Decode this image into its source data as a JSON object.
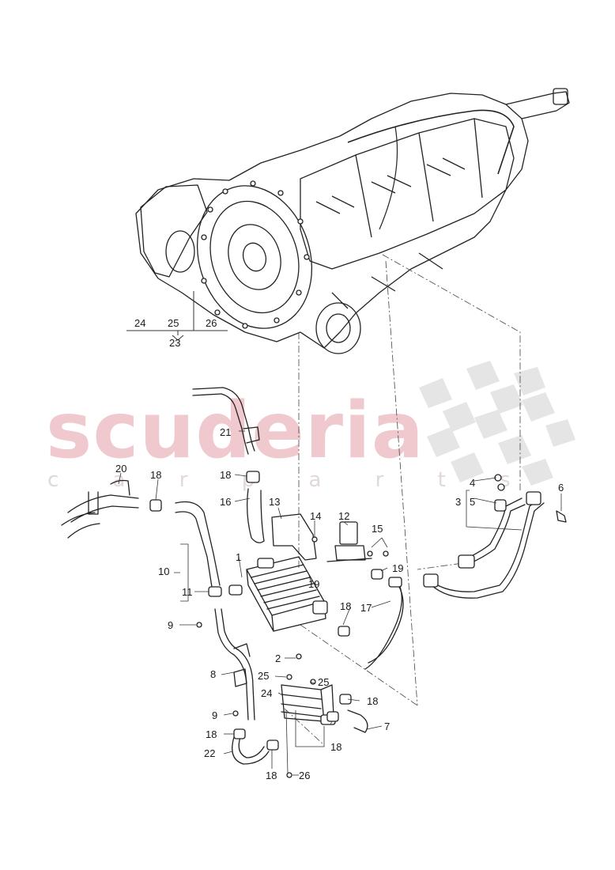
{
  "watermark": {
    "brand": "scuderia",
    "tagline": "c a r   p a r t s",
    "brand_color": "#f0c9cf",
    "flag_color": "#e0e0e0"
  },
  "part_labels": [
    {
      "id": "24a",
      "text": "24"
    },
    {
      "id": "25a",
      "text": "25"
    },
    {
      "id": "26a",
      "text": "26"
    },
    {
      "id": "23",
      "text": "23"
    },
    {
      "id": "21",
      "text": "21"
    },
    {
      "id": "20",
      "text": "20"
    },
    {
      "id": "18a",
      "text": "18"
    },
    {
      "id": "18b",
      "text": "18"
    },
    {
      "id": "16",
      "text": "16"
    },
    {
      "id": "13",
      "text": "13"
    },
    {
      "id": "14",
      "text": "14"
    },
    {
      "id": "12",
      "text": "12"
    },
    {
      "id": "15",
      "text": "15"
    },
    {
      "id": "10",
      "text": "10"
    },
    {
      "id": "1",
      "text": "1"
    },
    {
      "id": "19a",
      "text": "19"
    },
    {
      "id": "19b",
      "text": "19"
    },
    {
      "id": "11",
      "text": "11"
    },
    {
      "id": "18c",
      "text": "18"
    },
    {
      "id": "17",
      "text": "17"
    },
    {
      "id": "9a",
      "text": "9"
    },
    {
      "id": "2",
      "text": "2"
    },
    {
      "id": "8",
      "text": "8"
    },
    {
      "id": "25b",
      "text": "25"
    },
    {
      "id": "25c",
      "text": "25"
    },
    {
      "id": "24b",
      "text": "24"
    },
    {
      "id": "18d",
      "text": "18"
    },
    {
      "id": "9b",
      "text": "9"
    },
    {
      "id": "7",
      "text": "7"
    },
    {
      "id": "18e",
      "text": "18"
    },
    {
      "id": "18f",
      "text": "18"
    },
    {
      "id": "22",
      "text": "22"
    },
    {
      "id": "18g",
      "text": "18"
    },
    {
      "id": "26b",
      "text": "26"
    },
    {
      "id": "4",
      "text": "4"
    },
    {
      "id": "3",
      "text": "3"
    },
    {
      "id": "5",
      "text": "5"
    },
    {
      "id": "6",
      "text": "6"
    }
  ]
}
